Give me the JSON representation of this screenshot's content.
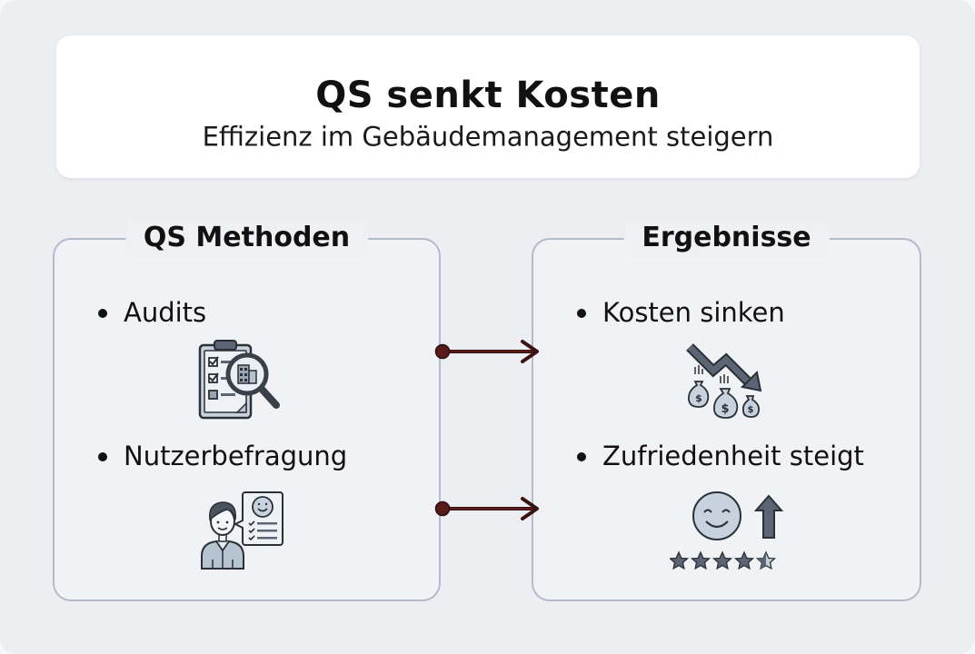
{
  "header": {
    "title": "QS senkt Kosten",
    "subtitle": "Effizienz im Gebäudemanagement steigern"
  },
  "left_panel": {
    "title": "QS Methoden",
    "items": [
      {
        "label": "Audits",
        "icon": "clipboard-magnifier-icon"
      },
      {
        "label": "Nutzerbefragung",
        "icon": "person-survey-icon"
      }
    ]
  },
  "right_panel": {
    "title": "Ergebnisse",
    "items": [
      {
        "label": "Kosten sinken",
        "icon": "falling-costs-money-bags-icon"
      },
      {
        "label": "Zufriedenheit steigt",
        "icon": "smiley-up-arrow-stars-icon"
      }
    ]
  },
  "connectors": [
    {
      "from": "Audits",
      "to": "Kosten sinken",
      "color": "#5a1a1a"
    },
    {
      "from": "Nutzerbefragung",
      "to": "Zufriedenheit steigt",
      "color": "#5a1a1a"
    }
  ],
  "colors": {
    "background": "#eceef2",
    "card": "#ffffff",
    "panel_border": "#b3bccb",
    "icon_fill": "#c6d2de",
    "icon_dark": "#5b6573",
    "connector": "#5a1a1a"
  }
}
